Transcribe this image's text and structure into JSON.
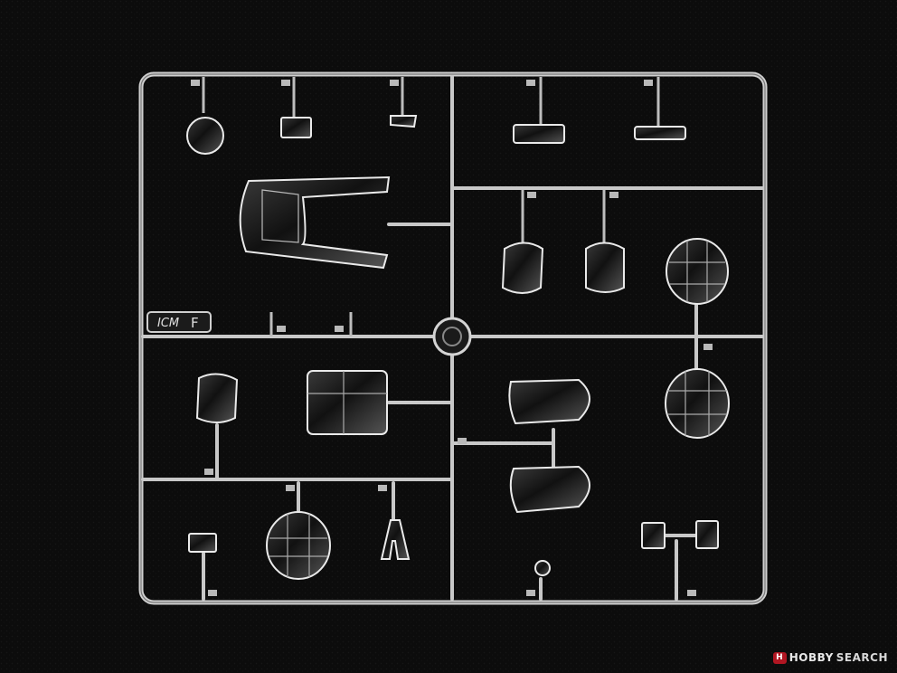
{
  "watermark": {
    "badge": "H",
    "part1": "HOBBY",
    "part2": "SEARCH"
  },
  "sprue": {
    "maker_logo": "ICM",
    "sprue_letter": "F"
  },
  "palette": {
    "background": "#0c0c0c",
    "frame": "#cfcfcf",
    "part_highlight": "#f0f0f0",
    "watermark_red": "#b01622"
  }
}
